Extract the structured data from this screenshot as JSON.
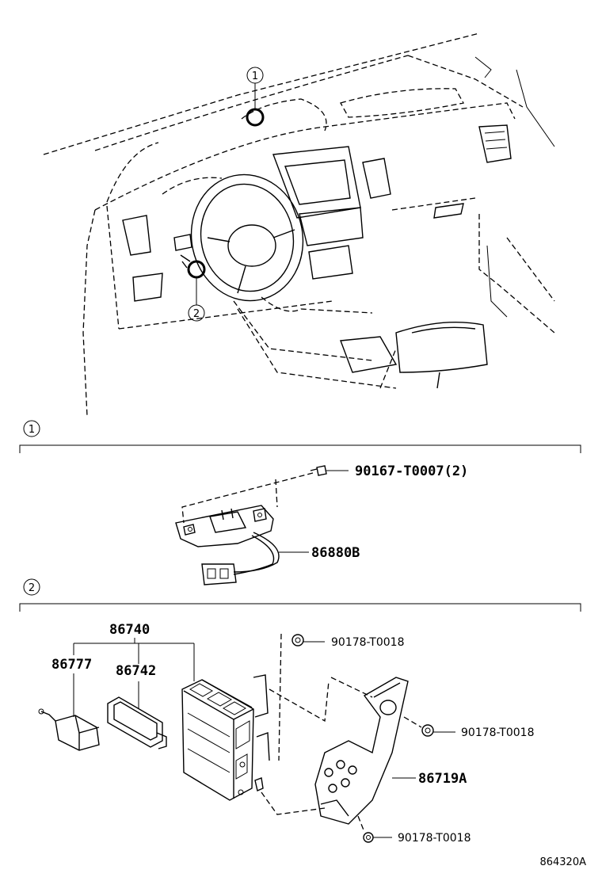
{
  "callouts": {
    "one": "1",
    "two": "2"
  },
  "section1": {
    "marker": "1",
    "parts": {
      "bolt": "90167-T0007(2)",
      "sensor": "86880B"
    }
  },
  "section2": {
    "marker": "2",
    "parts": {
      "assembly": "86740",
      "sub_a": "86777",
      "sub_b": "86742",
      "nut_top": "90178-T0018",
      "nut_right": "90178-T0018",
      "bracket": "86719A",
      "nut_bottom": "90178-T0018"
    }
  },
  "diagram_code": "864320A"
}
